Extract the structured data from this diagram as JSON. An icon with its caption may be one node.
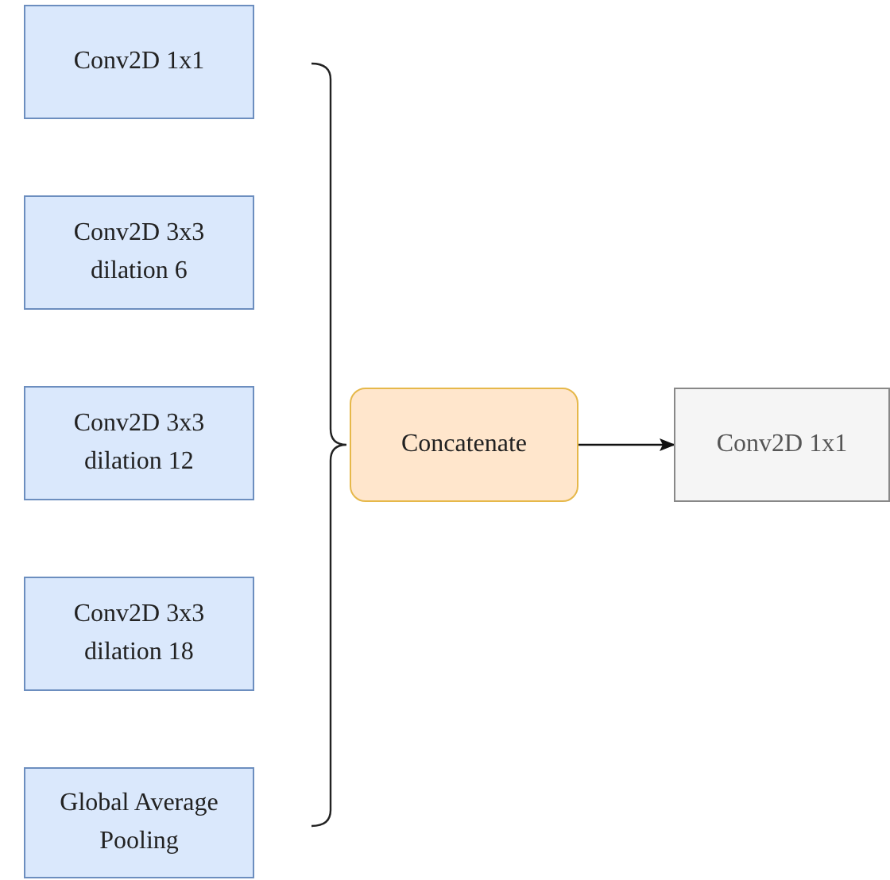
{
  "diagram": {
    "nodes": [
      {
        "text": [
          "Conv2D 1x1"
        ]
      },
      {
        "text": [
          "Conv2D 3x3 dilation 6"
        ]
      },
      {
        "text": [
          "Conv2D 3x3 dilation 12"
        ]
      },
      {
        "text": [
          "Conv2D 3x3 dilation 18"
        ]
      },
      {
        "text": [
          "Global Average Pooling"
        ]
      },
      {
        "text": [
          "Concatenate"
        ]
      },
      {
        "text": [
          "Conv2D 1x1"
        ]
      }
    ],
    "edges": [
      {
        "from": 5,
        "to": 6,
        "arrow": "to"
      }
    ]
  }
}
